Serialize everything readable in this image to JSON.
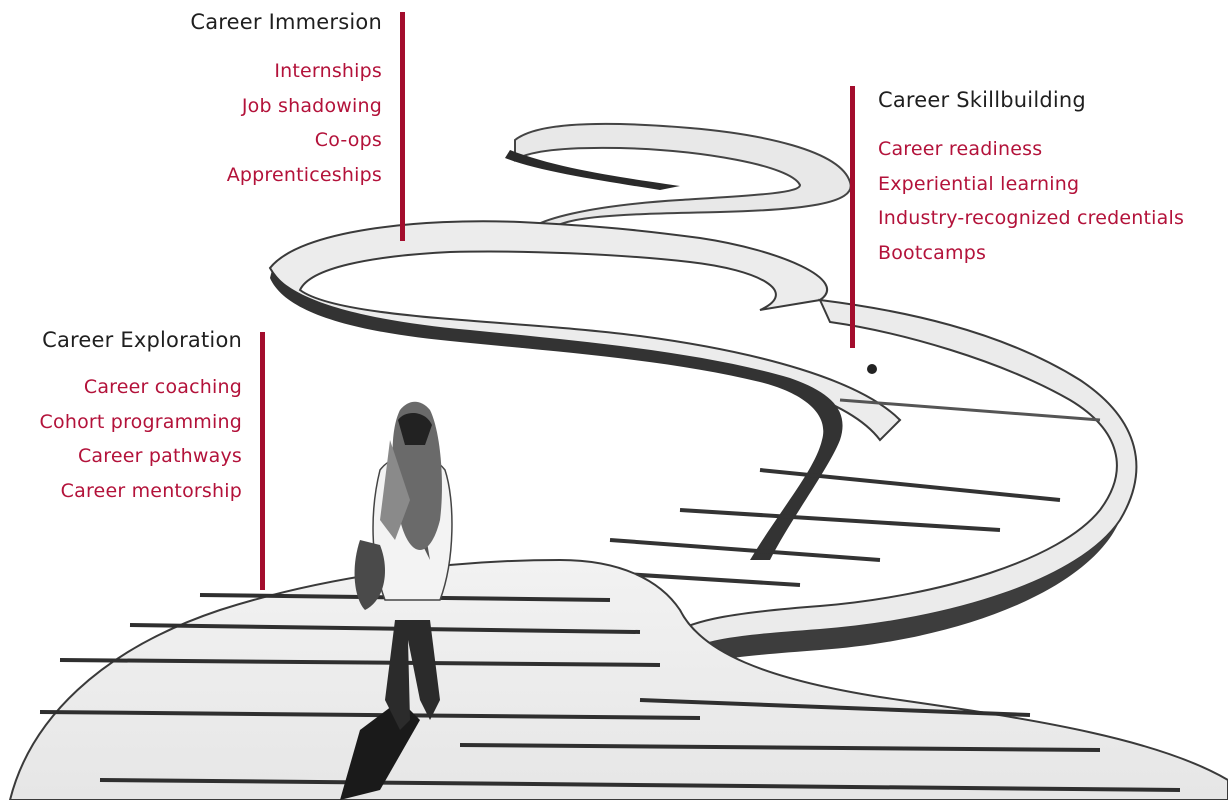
{
  "stages": [
    {
      "id": "immersion",
      "title": "Career Immersion",
      "items": [
        "Internships",
        "Job shadowing",
        "Co-ops",
        "Apprenticeships"
      ]
    },
    {
      "id": "skillbuilding",
      "title": "Career Skillbuilding",
      "items": [
        "Career readiness",
        "Experiential learning",
        "Industry-recognized credentials",
        "Bootcamps"
      ]
    },
    {
      "id": "exploration",
      "title": "Career Exploration",
      "items": [
        "Career coaching",
        "Cohort programming",
        "Career pathways",
        "Career mentorship"
      ]
    }
  ],
  "colors": {
    "accent_bar": "#a30d2d",
    "item_text": "#b3123a",
    "title_text": "#1f1f1f",
    "path_surface": "#ececec",
    "path_edge": "#3a3a3a"
  },
  "illustration": {
    "description_icon": "winding-path-illustration",
    "figure_icon": "walking-woman-figure"
  }
}
